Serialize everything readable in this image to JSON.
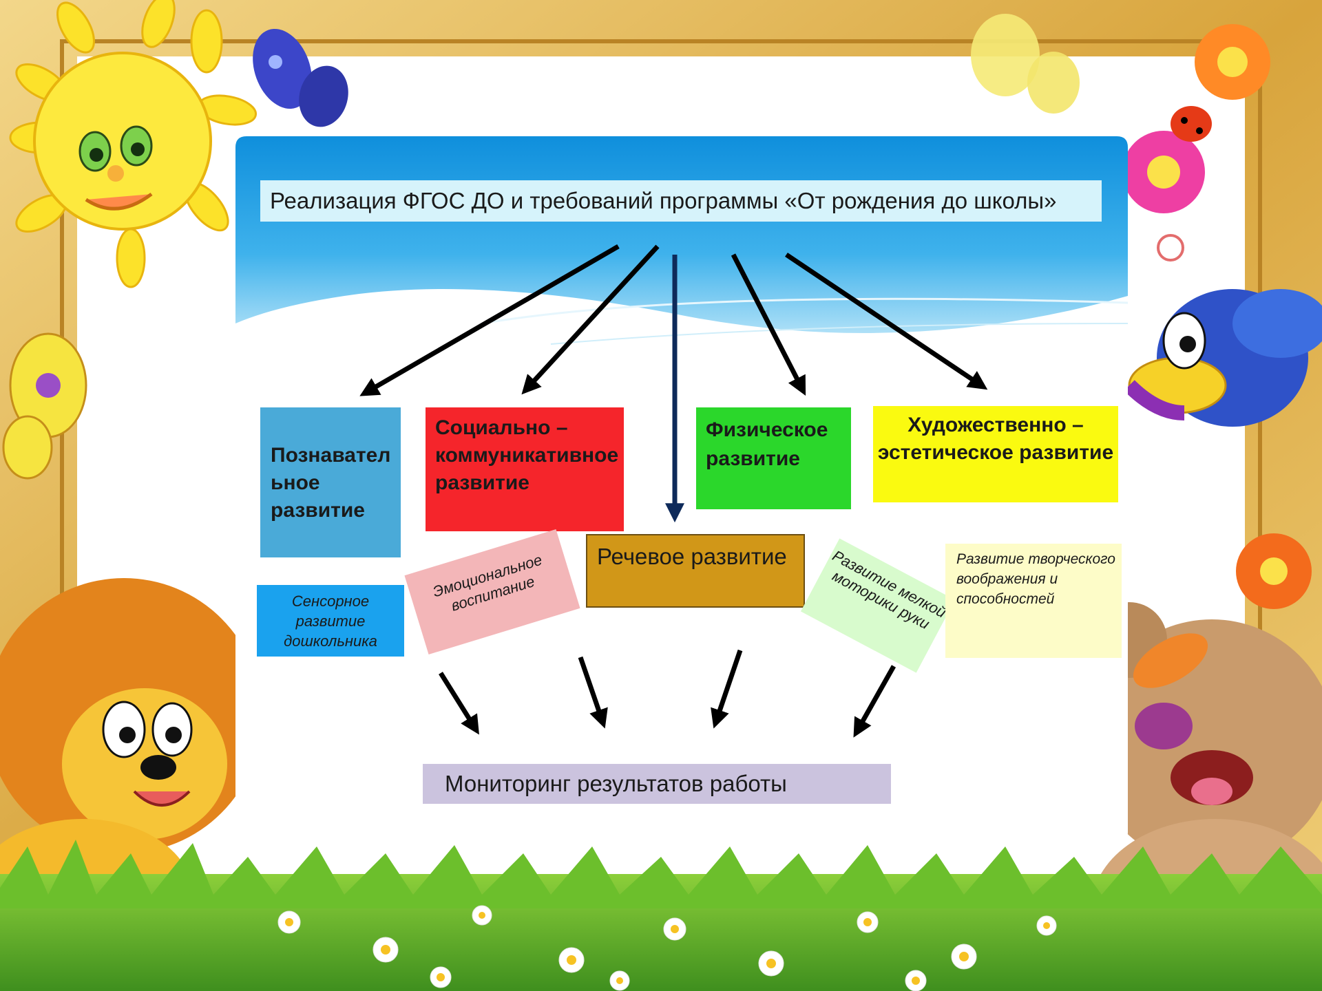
{
  "diagram": {
    "title": "Реализация  ФГОС ДО и требований программы «От рождения до школы»",
    "areas": {
      "cognitive": "Познавател ьное развитие",
      "social": "Социально – коммуникативное развитие",
      "physical": "Физическое развитие",
      "artistic": "Художественно – эстетическое развитие",
      "speech": "Речевое развитие"
    },
    "sub_items": {
      "sensory": "Сенсорное развитие дошкольника",
      "emotional": "Эмоциональное воспитание",
      "motor": "Развитие мелкой моторики руки",
      "creative": "Развитие творческого воображения и способностей"
    },
    "result": "Мониторинг результатов работы"
  },
  "colors": {
    "frame_gold": "#e2b64c",
    "header_blue": "#22a1e6",
    "cognitive": "#4aaad8",
    "social": "#f5252b",
    "physical": "#2bd72b",
    "artistic": "#fafa10",
    "speech": "#d19718",
    "sensory": "#1aa2ee",
    "emotional": "#f3b6b8",
    "motor": "#d8fbcd",
    "creative": "#fdfcc8",
    "monitoring": "#cbc3de",
    "arrow": "#000000"
  },
  "decorations": [
    "sun-icon",
    "butterfly-icon",
    "ladybug-icon",
    "flower-icon",
    "bird-icon",
    "lion-cub-icon",
    "teddy-bear-icon",
    "grass-meadow"
  ]
}
